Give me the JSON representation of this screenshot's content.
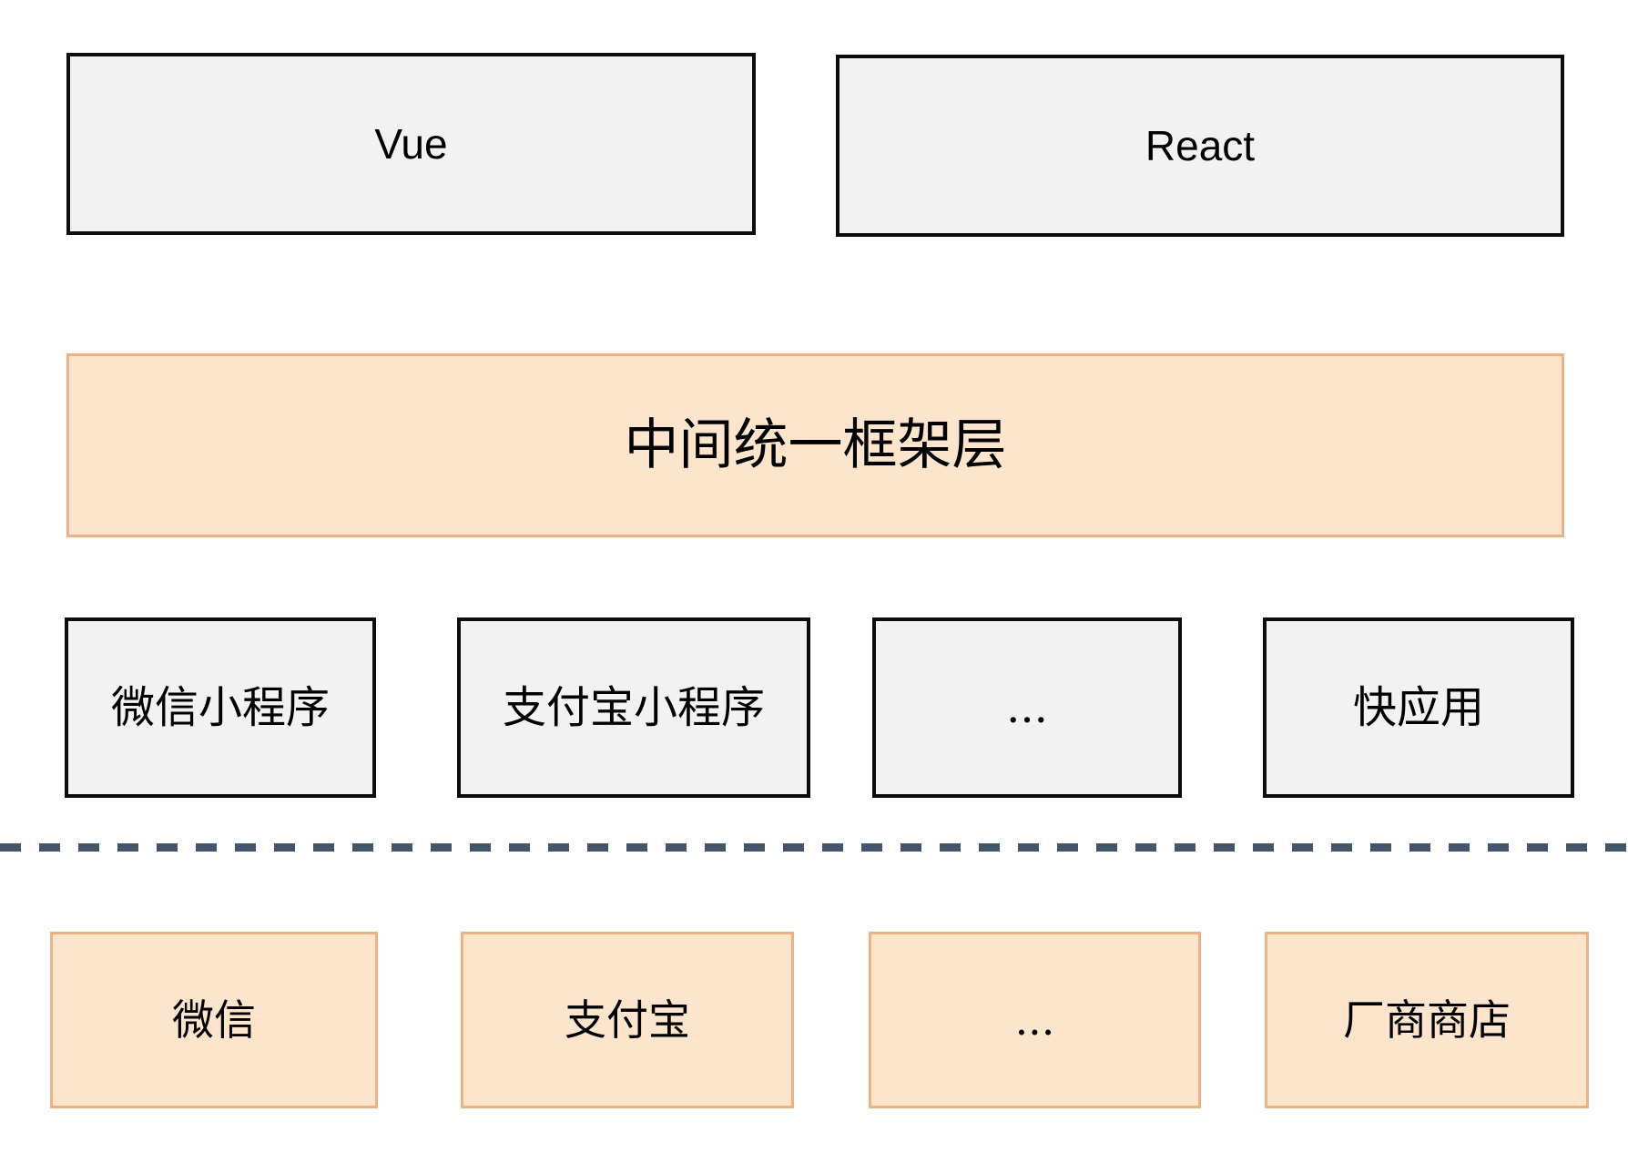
{
  "diagram": {
    "framework_row": {
      "items": [
        {
          "label": "Vue"
        },
        {
          "label": "React"
        }
      ]
    },
    "middle_layer": {
      "label": "中间统一框架层"
    },
    "platform_row": {
      "items": [
        {
          "label": "微信小程序"
        },
        {
          "label": "支付宝小程序"
        },
        {
          "label": "..."
        },
        {
          "label": "快应用"
        }
      ]
    },
    "host_row": {
      "items": [
        {
          "label": "微信"
        },
        {
          "label": "支付宝"
        },
        {
          "label": "..."
        },
        {
          "label": "厂商商店"
        }
      ]
    }
  },
  "colors": {
    "background": "#ffffff",
    "gray_fill": "#f2f2f2",
    "gray_border": "#0d0d0d",
    "peach_fill": "#fce4cd",
    "peach_border": "#edb183",
    "divider": "#44546a",
    "text": "#000000"
  }
}
